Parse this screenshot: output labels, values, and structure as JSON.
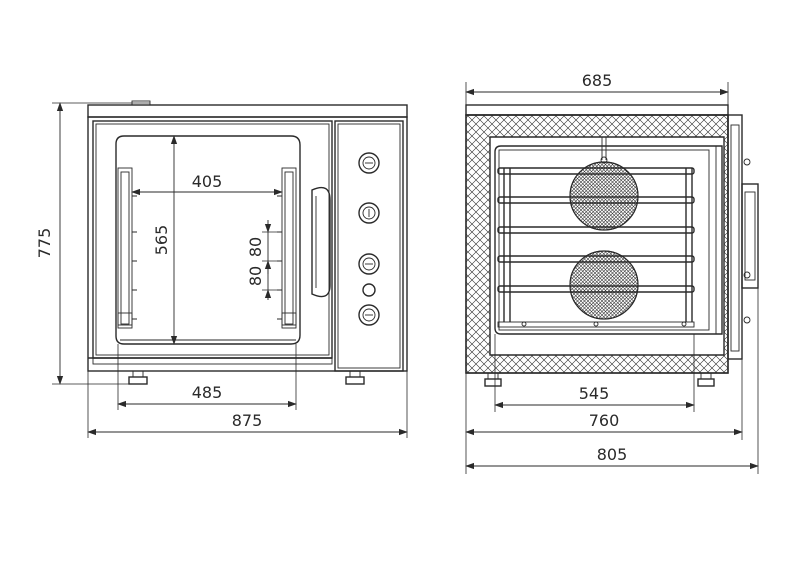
{
  "front_view": {
    "height": "775",
    "cavity_height": "565",
    "cavity_width": "405",
    "rail_spacing": "80",
    "rail_spacing_2": "80",
    "base_width": "485",
    "overall_width": "875"
  },
  "side_view": {
    "cavity_depth": "685",
    "fan_width": "545",
    "body_depth": "760",
    "overall_depth": "805"
  }
}
